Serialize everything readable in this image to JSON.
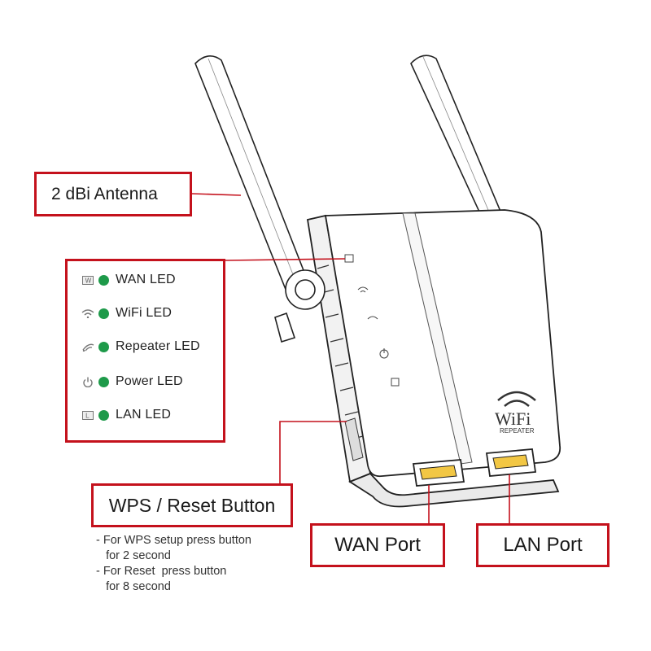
{
  "callouts": {
    "antenna": "2 dBi Antenna",
    "wps_reset": "WPS / Reset Button",
    "wan_port": "WAN Port",
    "lan_port": "LAN Port"
  },
  "leds": [
    {
      "icon": "wan-badge-icon",
      "label": "WAN LED"
    },
    {
      "icon": "wifi-icon",
      "label": "WiFi LED"
    },
    {
      "icon": "repeater-icon",
      "label": "Repeater LED"
    },
    {
      "icon": "power-icon",
      "label": "Power LED"
    },
    {
      "icon": "lan-badge-icon",
      "label": "LAN LED"
    }
  ],
  "wps_notes": [
    "- For WPS setup press button",
    "   for 2 second",
    "- For Reset  press button",
    "   for 8 second"
  ],
  "device": {
    "brand_text": "WiFi",
    "model_text": "REPEATER"
  },
  "colors": {
    "callout_border": "#c4111c",
    "led_green": "#1e9a4a",
    "outline": "#222222"
  }
}
